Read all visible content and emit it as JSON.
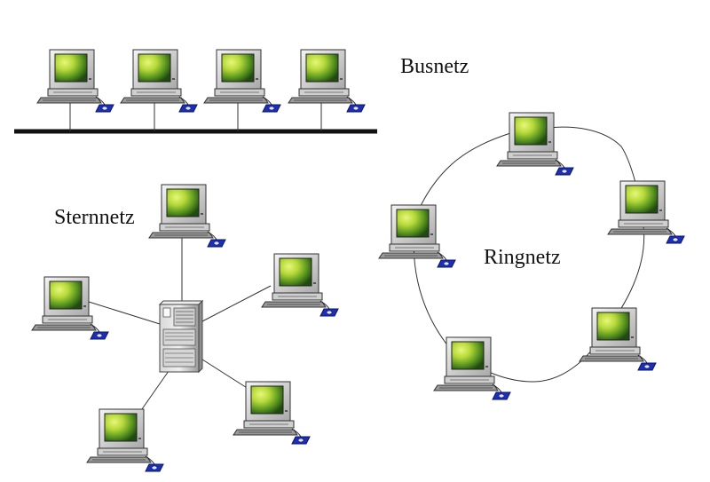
{
  "labels": {
    "bus": "Busnetz",
    "star": "Sternnetz",
    "ring": "Ringnetz"
  },
  "icons": {
    "node": "computer-workstation-icon",
    "hub": "server-tower-icon"
  },
  "colors": {
    "background": "#ffffff",
    "screen_light": "#c8e84a",
    "screen_dark": "#1f5a14",
    "case": "#e2e2e2",
    "case_shadow": "#8a8a8a",
    "mouse": "#1d2fb8",
    "line": "#1a1a1a"
  }
}
